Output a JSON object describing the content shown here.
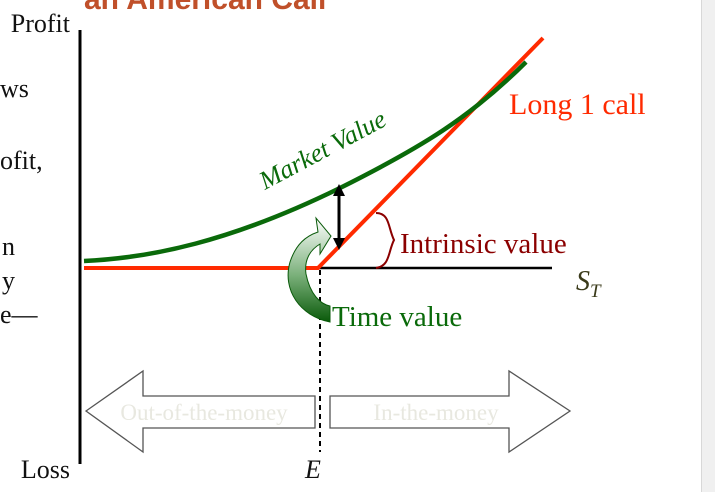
{
  "slide": {
    "title_fragment": "an American Call",
    "left_text_fragments": [
      "ws",
      "ofit,",
      "n",
      "y",
      "e—"
    ]
  },
  "diagram": {
    "y_axis_top_label": "Profit",
    "y_axis_bottom_label": "Loss",
    "x_axis_label": "S",
    "x_axis_label_subscript": "T",
    "strike_label": "E",
    "curve_labels": {
      "market_value": "Market Value",
      "long_call": "Long 1 call",
      "intrinsic_value": "Intrinsic value",
      "time_value": "Time value"
    },
    "region_labels": {
      "out_of_the_money": "Out-of-the-money",
      "in_the_money": "In-the-money"
    },
    "colors": {
      "market_value": "#0a6a0a",
      "long_call": "#ff2a00",
      "intrinsic_value": "#8b0000",
      "time_value": "#0a6a0a",
      "title": "#c0502a",
      "region_text": "#e8e8e0",
      "strike_label": "#3a3a1a"
    }
  }
}
